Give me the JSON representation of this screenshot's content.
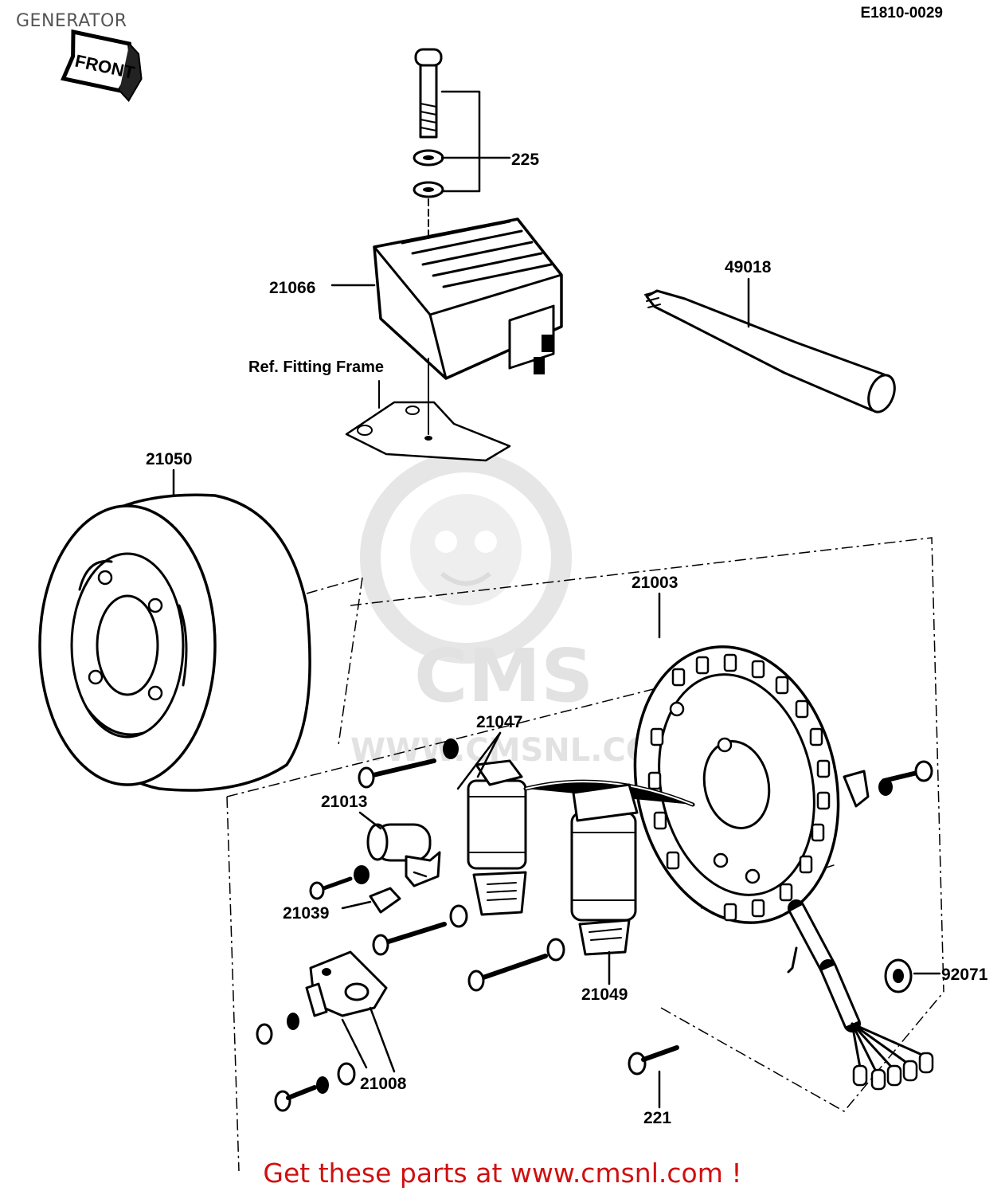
{
  "header": {
    "title": "GENERATOR",
    "diagram_code": "E1810-0029"
  },
  "badges": {
    "front": "FRONT"
  },
  "watermark": {
    "brand": "CMS",
    "url": "WWW.CMSNL.COM"
  },
  "callouts": {
    "p225": "225",
    "p21066": "21066",
    "p49018": "49018",
    "ref_fitting_frame": "Ref. Fitting Frame",
    "p21050": "21050",
    "p21003": "21003",
    "p21047": "21047",
    "p21013": "21013",
    "p21039": "21039",
    "p21049": "21049",
    "p21008": "21008",
    "p221": "221",
    "p92071": "92071"
  },
  "footer": {
    "cta": "Get these parts at www.cmsnl.com !"
  }
}
